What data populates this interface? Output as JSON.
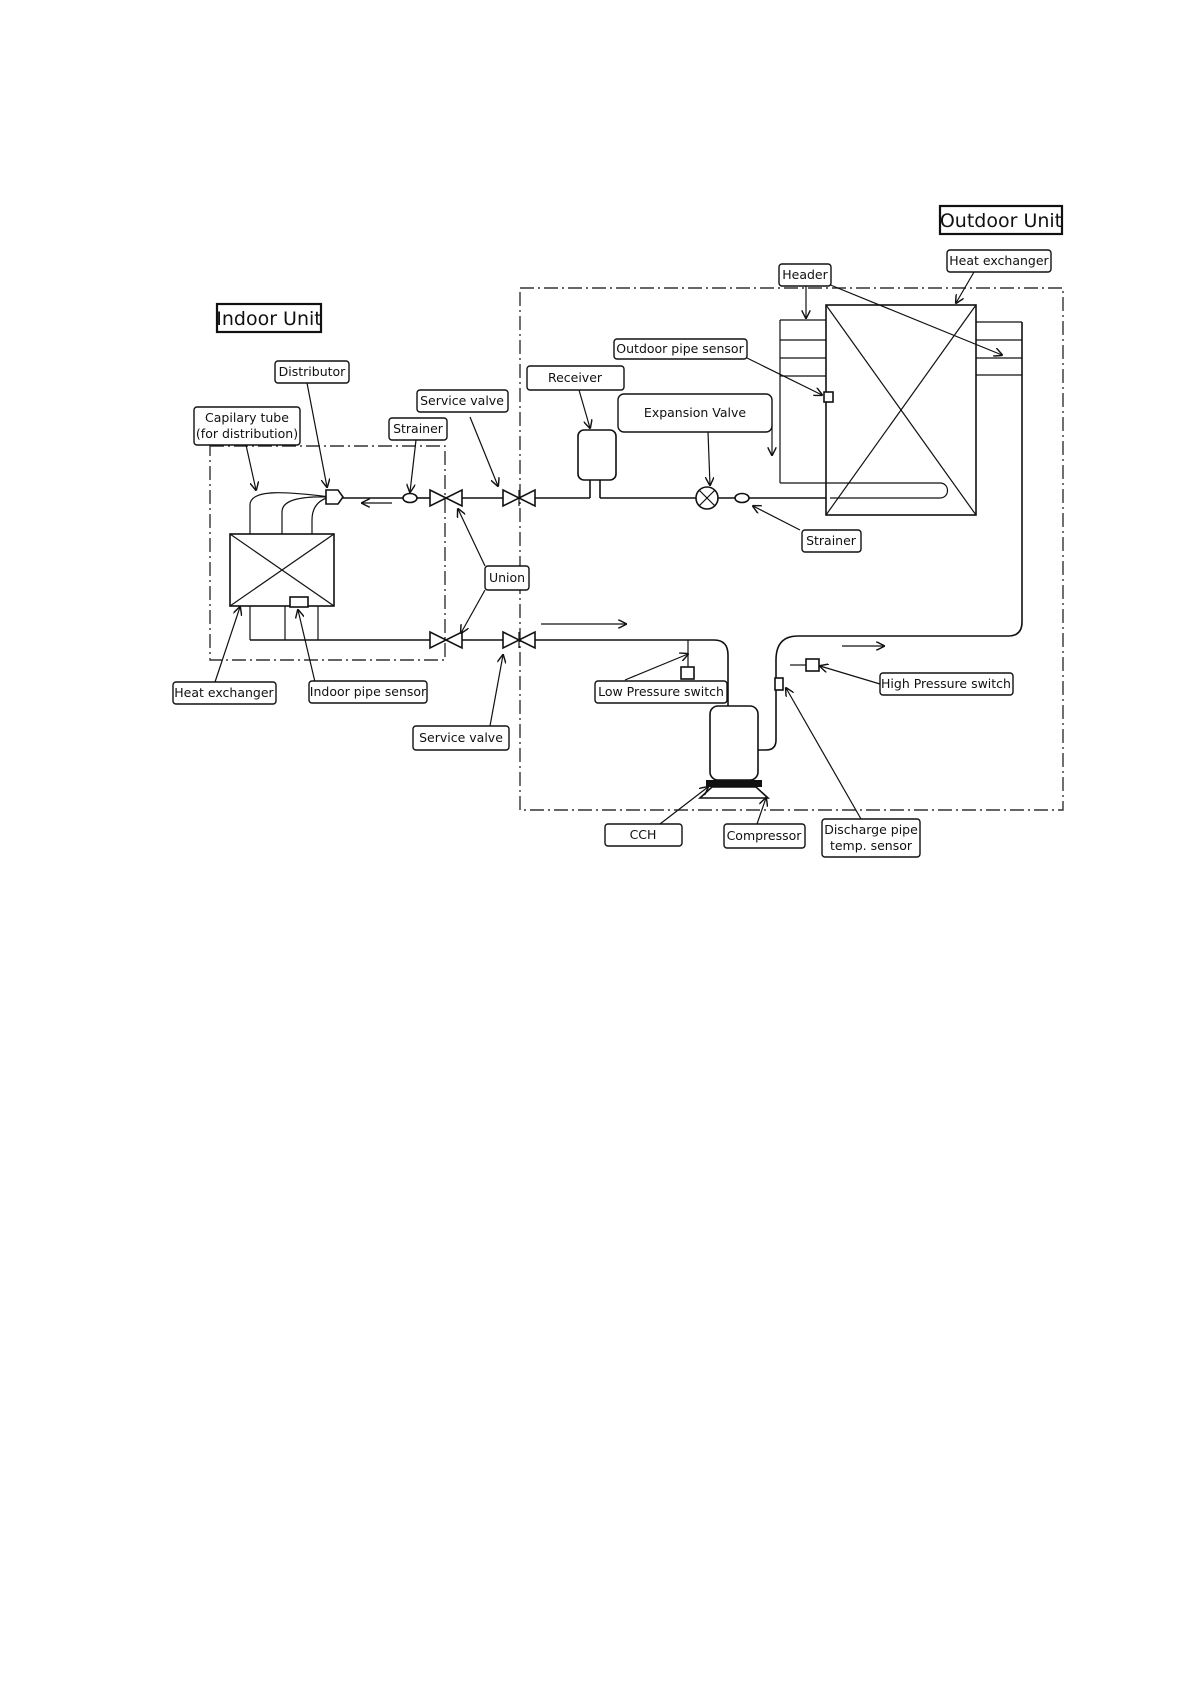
{
  "titles": {
    "indoor_unit": "Indoor Unit",
    "outdoor_unit": "Outdoor Unit"
  },
  "labels": {
    "distributor": "Distributor",
    "capillary_tube_line1": "Capilary tube",
    "capillary_tube_line2": "(for distribution)",
    "strainer_indoor": "Strainer",
    "service_valve_top": "Service valve",
    "receiver": "Receiver",
    "outdoor_pipe_sensor": "Outdoor pipe sensor",
    "header": "Header",
    "heat_exchanger_outdoor": "Heat exchanger",
    "expansion_valve": "Expansion  Valve",
    "strainer_outdoor": "Strainer",
    "union": "Union",
    "heat_exchanger_indoor": "Heat exchanger",
    "indoor_pipe_sensor": "Indoor pipe sensor",
    "low_pressure_switch": "Low Pressure switch",
    "service_valve_bottom": "Service valve",
    "high_pressure_switch": "High Pressure switch",
    "cch": "CCH",
    "compressor": "Compressor",
    "discharge_sensor_line1": "Discharge pipe",
    "discharge_sensor_line2": "temp. sensor"
  }
}
